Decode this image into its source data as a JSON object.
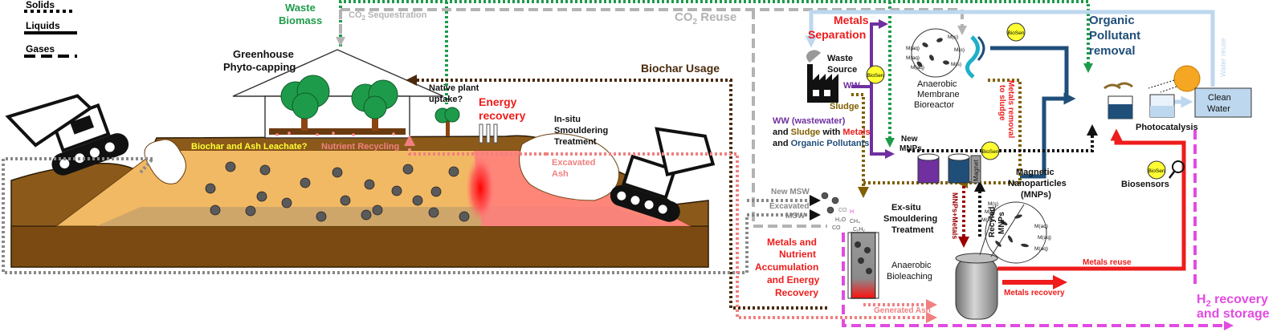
{
  "legend": {
    "solids": "Solids",
    "liquids": "Liquids",
    "gases": "Gases"
  },
  "top": {
    "waste_biomass_1": "Waste",
    "waste_biomass_2": "Biomass",
    "co2_sequestration_pre": "CO",
    "co2_sequestration_sub": "2",
    "co2_sequestration_post": " Sequestration",
    "co2_reuse_pre": "CO",
    "co2_reuse_sub": "2",
    "co2_reuse_post": " Reuse"
  },
  "landfill": {
    "greenhouse_1": "Greenhouse",
    "greenhouse_2": "Phyto-capping",
    "biochar_usage": "Biochar Usage",
    "native_1": "Native plant",
    "native_2": "uptake?",
    "energy_1": "Energy",
    "energy_2": "recovery",
    "insitu_1": "In-situ",
    "insitu_2": "Smouldering",
    "insitu_3": "Treatment",
    "leachate": "Biochar and Ash Leachate?",
    "nutrient": "Nutrient Recycling",
    "excavated_ash_1": "Excavated",
    "excavated_ash_2": "Ash"
  },
  "right": {
    "metals_sep_1": "Metals",
    "metals_sep_2": "Separation",
    "organic_1": "Organic",
    "organic_2": "Pollutant",
    "organic_3": "removal",
    "water_reuse": "Water reuse",
    "waste_source_1": "Waste",
    "waste_source_2": "Source",
    "ww": "WW",
    "sludge": "Sludge",
    "anmbr_1": "Anaerobic",
    "anmbr_2": "Membrane",
    "anmbr_3": "Bioreactor",
    "metals_removal_1": "Metals removal",
    "metals_removal_2": "to sludge",
    "clean_1": "Clean",
    "clean_2": "Water",
    "photocatalysis": "Photocatalysis",
    "ww_desc_ww": "WW",
    "ww_desc_paren": " (wastewater)",
    "ww_desc_and": "and ",
    "ww_desc_sludge": "Sludge",
    "ww_desc_with": " with ",
    "ww_desc_metals": "Metals",
    "ww_desc_and2": "and ",
    "ww_desc_organic": "Organic Pollutants",
    "new_mnps_1": "New",
    "new_mnps_2": "MNPs",
    "magnet": "Magnet",
    "mnp_1": "Magnetic",
    "mnp_2": "Nanoparticles",
    "mnp_3": "(MNPs)",
    "biosensors": "Biosensors",
    "biosen": "BioSen",
    "new_msw": "New MSW",
    "excavated_msw_1": "Excavated",
    "excavated_msw_2": "MSW",
    "exsitu_1": "Ex-situ",
    "exsitu_2": "Smouldering",
    "exsitu_3": "Treatment",
    "mnps_metals": "MNPs+Metals",
    "recycled_1": "Recyled",
    "recycled_2": "MNPs",
    "accum_1": "Metals and",
    "accum_2": "Nutrient",
    "accum_3": "Accumulation",
    "accum_4": "and Energy",
    "accum_5": "Recovery",
    "bioleach_1": "Anaerobic",
    "bioleach_2": "Bioleaching",
    "metals_reuse": "Metals reuse",
    "metals_recovery": "Metals recovery",
    "generated_ash": "Generated Ash",
    "h2_pre": "H",
    "h2_sub": "2",
    "h2_post": " recovery",
    "h2_line2": "and storage"
  },
  "species": {
    "m_s": "M(s)",
    "m_aq": "M(aq)",
    "gas_co2": "CO",
    "gas_h2": "H",
    "gas_h2o": "H₂O",
    "gas_co": "CO",
    "gas_ch4": "CH₄",
    "gas_cxhy": "CₓHᵧ"
  },
  "colors": {
    "green": "#1e9b4a",
    "grey": "#b3b3b3",
    "brown": "#4a2a0c",
    "red": "#ee1c1c",
    "pink": "#f08080",
    "purple": "#7030a0",
    "olive": "#806000",
    "navy": "#1f4e79",
    "lightblue": "#bdd7ee",
    "magenta": "#e24be2",
    "soil": "#8b5a1a",
    "sand": "#f2b964",
    "yellow": "#ffff33"
  }
}
